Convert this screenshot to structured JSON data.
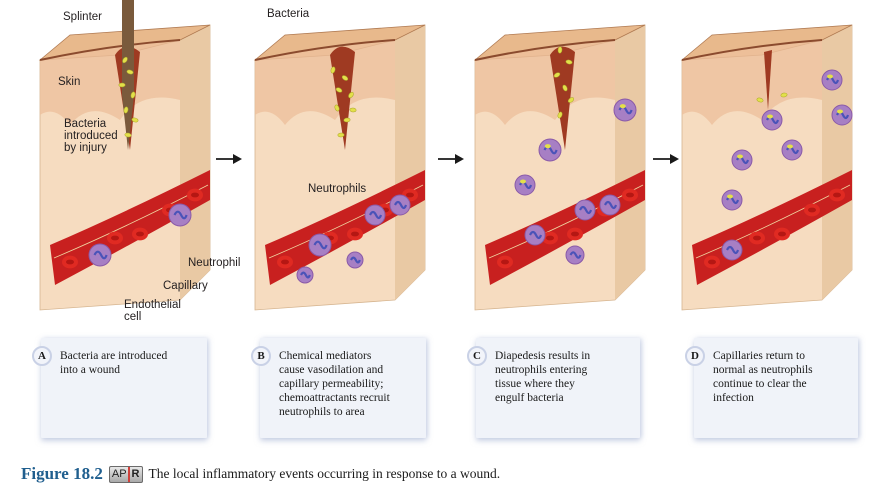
{
  "figure": {
    "number": "Figure 18.2",
    "apr_badge": {
      "left": "AP",
      "right": "R"
    },
    "caption": "The local inflammatory events occurring in response to a wound."
  },
  "panels": [
    {
      "id": "A",
      "labels": {
        "splinter": "Splinter",
        "skin": "Skin",
        "bacteria": "Bacteria introduced by injury",
        "bacteria_lines": [
          "Bacteria",
          "introduced",
          "by injury"
        ],
        "neutrophil": "Neutrophil",
        "capillary": "Capillary",
        "endothelial_lines": [
          "Endothelial",
          "cell"
        ]
      },
      "description": "Bacteria are introduced into a wound",
      "description_lines": "Bacteria are introduced\ninto a wound"
    },
    {
      "id": "B",
      "labels": {
        "bacteria": "Bacteria",
        "neutrophils": "Neutrophils"
      },
      "description": "Chemical mediators cause vasodilation and capillary permeability; chemoattractants recruit neutrophils to area",
      "description_lines": "Chemical mediators\ncause vasodilation and\ncapillary permeability;\nchemoattractants recruit\nneutrophils to area"
    },
    {
      "id": "C",
      "labels": {},
      "description": "Diapedesis results in neutrophils entering tissue where they engulf bacteria",
      "description_lines": "Diapedesis results in\nneutrophils entering\ntissue where they\nengulf bacteria"
    },
    {
      "id": "D",
      "labels": {},
      "description": "Capillaries return to normal as neutrophils continue to clear the infection",
      "description_lines": "Capillaries return to\nnormal as neutrophils\ncontinue to clear the\ninfection"
    }
  ],
  "arrows": [
    "A-to-B",
    "B-to-C",
    "C-to-D"
  ],
  "colors": {
    "skin_top": "#e8b98c",
    "dermis": "#f6dcc0",
    "capillary": "#c8201f",
    "red_blood_cell": "#e02a22",
    "neutrophil": "#a77fc4",
    "bacteria": "#e3e04a",
    "card_bg": "#f0f3f9",
    "figure_number": "#1f5e8e"
  }
}
